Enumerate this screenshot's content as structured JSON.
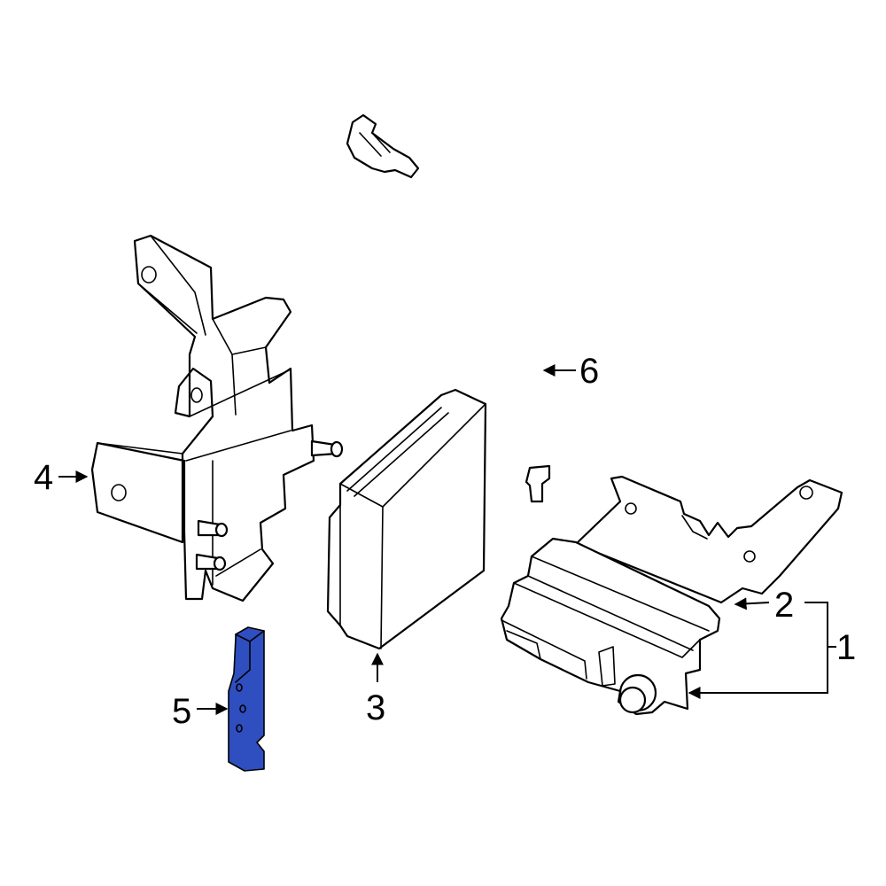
{
  "callouts": {
    "c1": "1",
    "c2": "2",
    "c3": "3",
    "c4": "4",
    "c5": "5",
    "c6": "6"
  },
  "colors": {
    "highlight_part": "#2f4fc0",
    "line": "#000000",
    "background": "#ffffff"
  }
}
